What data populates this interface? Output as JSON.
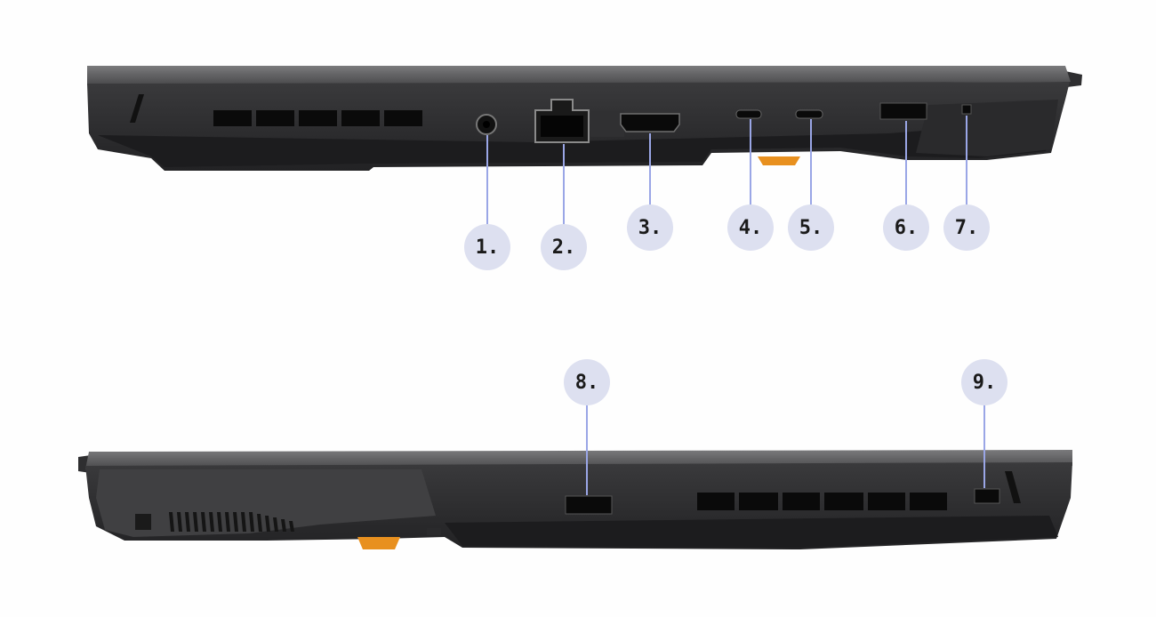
{
  "callouts": [
    {
      "label": "1."
    },
    {
      "label": "2."
    },
    {
      "label": "3."
    },
    {
      "label": "4."
    },
    {
      "label": "5."
    },
    {
      "label": "6."
    },
    {
      "label": "7."
    },
    {
      "label": "8."
    },
    {
      "label": "9."
    }
  ],
  "colors": {
    "background": "#fefefe",
    "chassis_dark": "#2a2a2c",
    "chassis_top": "#5c5c5e",
    "port_black": "#0d0d0d",
    "foot_orange": "#e8901f",
    "badge_fill": "#dde0f0",
    "leader_line": "#9aa6e6",
    "label_text": "#1a1a1a"
  }
}
